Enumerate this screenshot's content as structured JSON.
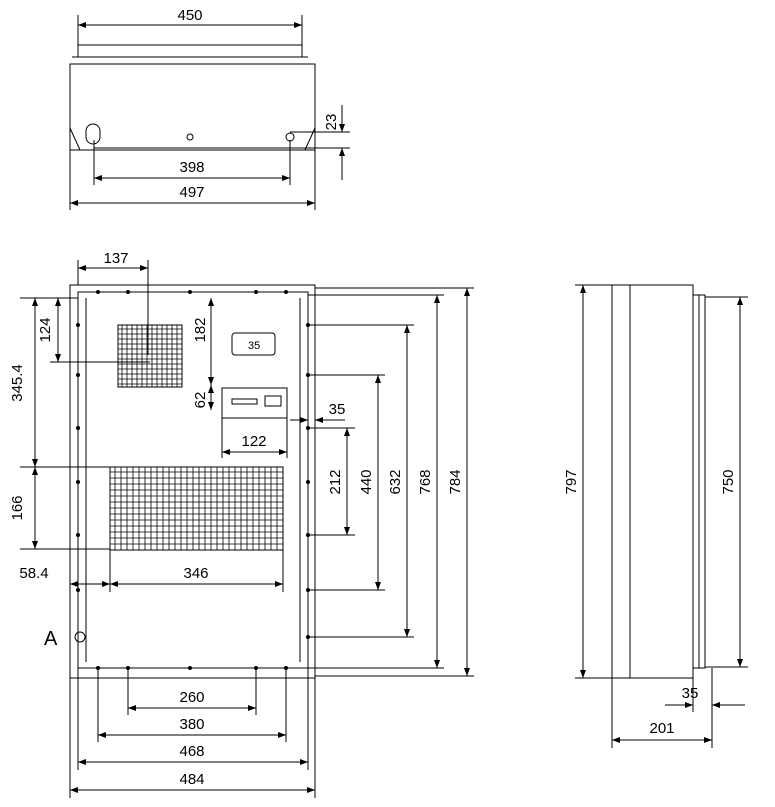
{
  "top_view": {
    "dims": {
      "width_top": "450",
      "hole_spacing": "398",
      "width_total": "497",
      "hole_offset": "23"
    }
  },
  "front_view": {
    "dims": {
      "fan_offset_x": "137",
      "fan_offset_y": "124",
      "upper_height": "345.4",
      "grille_height": "166",
      "display_offset": "182",
      "controller_offset": "62",
      "edge_35": "35",
      "controller_width": "122",
      "h212": "212",
      "h440": "440",
      "h632": "632",
      "h768": "768",
      "h784": "784",
      "grille_left": "58.4",
      "grille_width": "346",
      "w260": "260",
      "w380": "380",
      "w468": "468",
      "w484": "484"
    },
    "display_value": "35",
    "label_a": "A"
  },
  "side_view": {
    "dims": {
      "height_total": "797",
      "height_inner": "750",
      "flange_depth": "35",
      "depth": "201"
    }
  }
}
